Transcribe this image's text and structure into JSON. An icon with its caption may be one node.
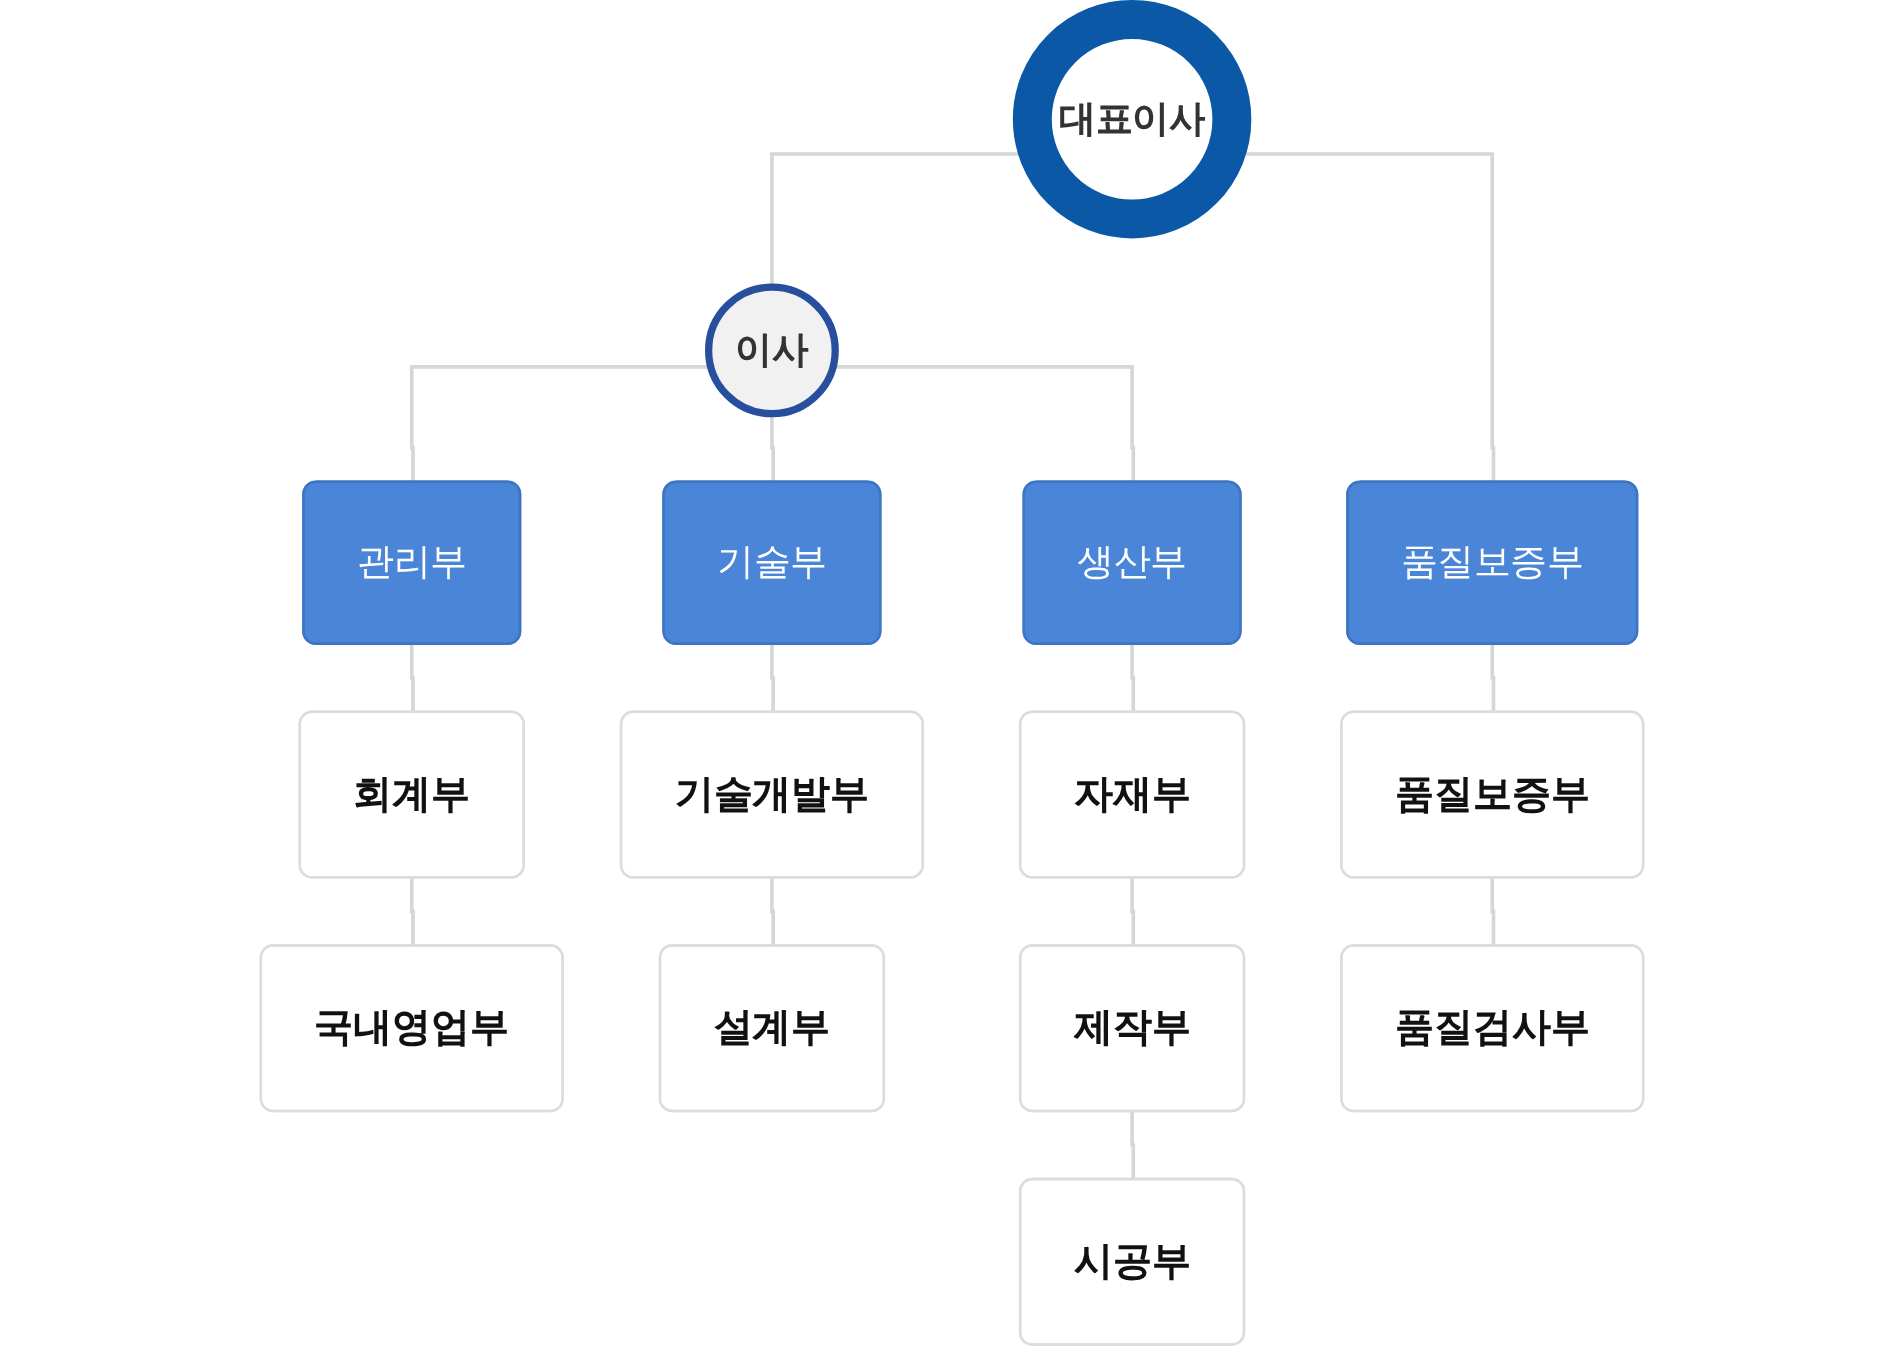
{
  "diagram": {
    "nodes": [
      {
        "text": [
          "대표이사"
        ]
      },
      {
        "text": [
          "이사"
        ]
      },
      {
        "text": [
          "관리부"
        ]
      },
      {
        "text": [
          "회계부"
        ]
      },
      {
        "text": [
          "국내영업부"
        ]
      },
      {
        "text": [
          "기술부"
        ]
      },
      {
        "text": [
          "기술개발부"
        ]
      },
      {
        "text": [
          "설계부"
        ]
      },
      {
        "text": [
          "생산부"
        ]
      },
      {
        "text": [
          "자재부"
        ]
      },
      {
        "text": [
          "제작부"
        ]
      },
      {
        "text": [
          "시공부"
        ]
      },
      {
        "text": [
          "품질보증부"
        ]
      },
      {
        "text": [
          "품질보증부"
        ]
      },
      {
        "text": [
          "품질검사부"
        ]
      }
    ],
    "edges": [
      {
        "from": 0,
        "to": 1,
        "arrow": "none"
      },
      {
        "from": 0,
        "to": 12,
        "arrow": "none"
      },
      {
        "from": 1,
        "to": 2,
        "arrow": "none"
      },
      {
        "from": 1,
        "to": 5,
        "arrow": "none"
      },
      {
        "from": 1,
        "to": 8,
        "arrow": "none"
      },
      {
        "from": 2,
        "to": 3,
        "arrow": "none"
      },
      {
        "from": 3,
        "to": 4,
        "arrow": "none"
      },
      {
        "from": 5,
        "to": 6,
        "arrow": "none"
      },
      {
        "from": 6,
        "to": 7,
        "arrow": "none"
      },
      {
        "from": 8,
        "to": 9,
        "arrow": "none"
      },
      {
        "from": 9,
        "to": 10,
        "arrow": "none"
      },
      {
        "from": 10,
        "to": 11,
        "arrow": "none"
      },
      {
        "from": 12,
        "to": 13,
        "arrow": "none"
      },
      {
        "from": 13,
        "to": 14,
        "arrow": "none"
      }
    ]
  }
}
